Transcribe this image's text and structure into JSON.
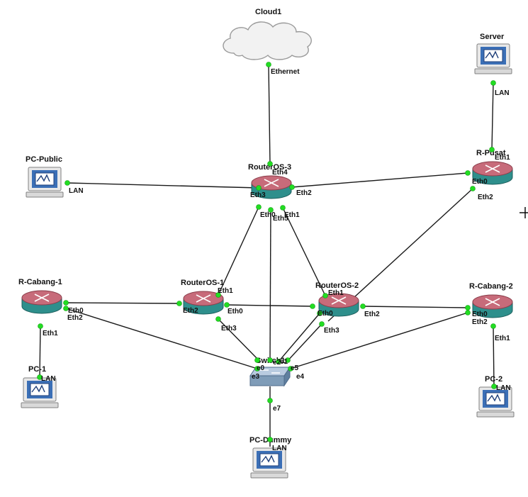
{
  "colors": {
    "link": "#1a1a1a",
    "port_status_up": "#22dd22",
    "router_top": "#c76b7a",
    "router_body": "#2e8f8c",
    "switch_body": "#7f9cb8",
    "pc_screen": "#3b6fb6",
    "cloud_fill": "#f2f2f2"
  },
  "nodes": {
    "cloud1": {
      "label": "Cloud1",
      "icon": "cloud-icon"
    },
    "server": {
      "label": "Server",
      "icon": "pc-icon"
    },
    "pc_public": {
      "label": "PC-Public",
      "icon": "pc-icon"
    },
    "routeros3": {
      "label": "RouterOS-3",
      "icon": "router-icon"
    },
    "r_pusat": {
      "label": "R-Pusat",
      "icon": "router-icon"
    },
    "r_cabang1": {
      "label": "R-Cabang-1",
      "icon": "router-icon"
    },
    "routeros1": {
      "label": "RouterOS-1",
      "icon": "router-icon"
    },
    "routeros2": {
      "label": "RouterOS-2",
      "icon": "router-icon"
    },
    "r_cabang2": {
      "label": "R-Cabang-2",
      "icon": "router-icon"
    },
    "switch1": {
      "label": "Switch1",
      "icon": "switch-icon"
    },
    "pc1": {
      "label": "PC-1",
      "icon": "pc-icon"
    },
    "pc2": {
      "label": "PC-2",
      "icon": "pc-icon"
    },
    "pc_dummy": {
      "label": "PC-Dummy",
      "icon": "pc-icon"
    }
  },
  "ports": {
    "cloud_ethernet": "Ethernet",
    "r3_eth4": "Eth4",
    "r3_eth3": "Eth3",
    "r3_eth2": "Eth2",
    "r3_eth0": "Eth0",
    "r3_eth5": "Eth5",
    "r3_eth1": "Eth1",
    "server_lan": "LAN",
    "rp_eth1": "Eth1",
    "rp_eth0": "Eth0",
    "rp_eth2": "Eth2",
    "pcpub_lan": "LAN",
    "rc1_eth0": "Eth0",
    "rc1_eth2": "Eth2",
    "rc1_eth1": "Eth1",
    "pc1_lan": "LAN",
    "r1_eth1": "Eth1",
    "r1_eth2": "Eth2",
    "r1_eth0": "Eth0",
    "r1_eth3": "Eth3",
    "r2_eth1": "Eth1",
    "r2_eth0": "Eth0",
    "r2_eth2": "Eth2",
    "r2_eth3": "Eth3",
    "rc2_eth0": "Eth0",
    "rc2_eth2": "Eth2",
    "rc2_eth1": "Eth1",
    "pc2_lan": "LAN",
    "sw_e0": "e0",
    "sw_e1": "e1",
    "sw_e2": "e2",
    "sw_e3": "e3",
    "sw_e4": "e4",
    "sw_e5": "e5",
    "sw_e7": "e7",
    "pcd_lan": "LAN"
  }
}
